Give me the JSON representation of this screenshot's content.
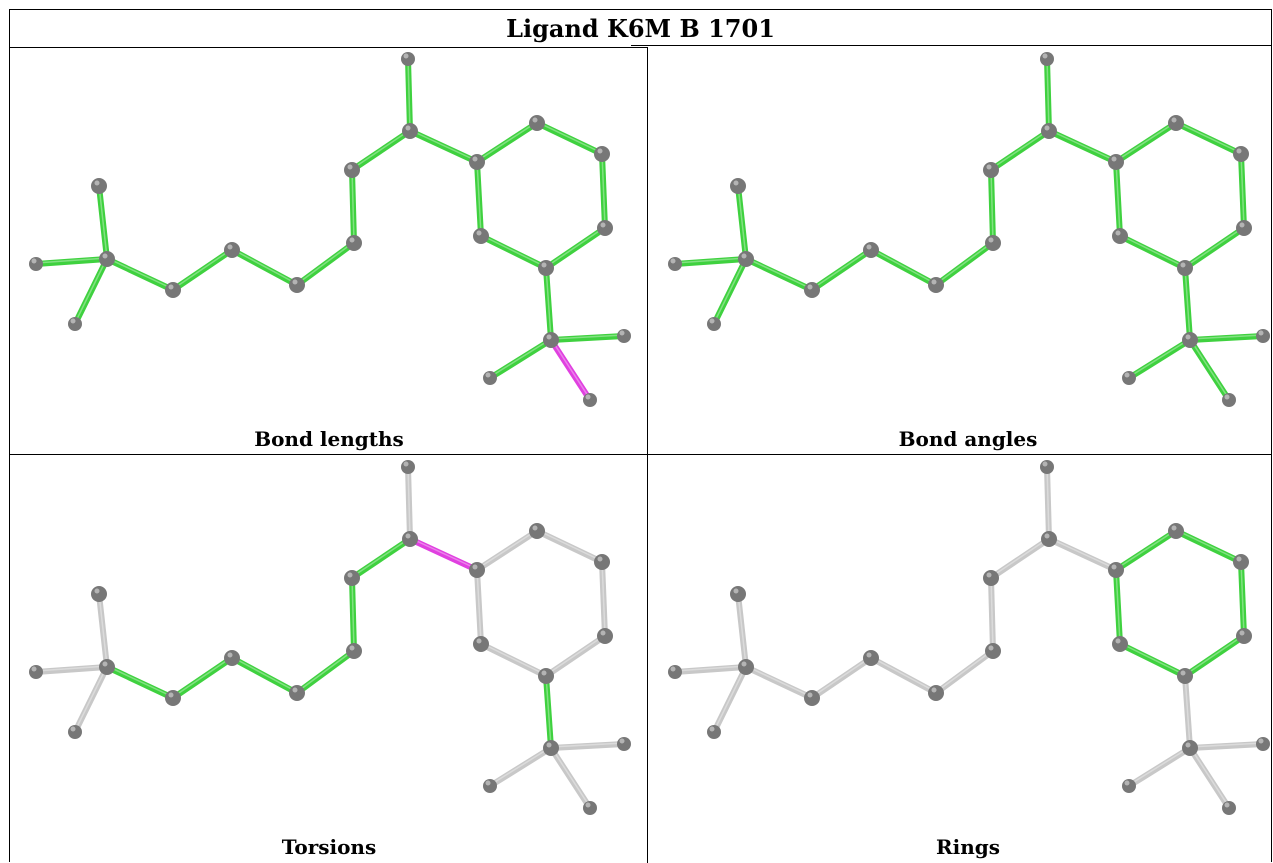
{
  "title": "Ligand K6M B 1701",
  "colors": {
    "ok_bond": "#3fd13f",
    "outlier_bond": "#e040e0",
    "unchecked_bond": "#c8c8c8",
    "atom": "#777777"
  },
  "panels": [
    {
      "caption": "Bond lengths",
      "outlier_bonds": [
        [
          15,
          17
        ]
      ],
      "unchecked_bonds": []
    },
    {
      "caption": "Bond angles",
      "outlier_bonds": [],
      "unchecked_bonds": []
    },
    {
      "caption": "Torsions",
      "outlier_bonds": [
        [
          8,
          10
        ]
      ],
      "unchecked_bonds": [
        [
          0,
          1
        ],
        [
          0,
          2
        ],
        [
          0,
          3
        ],
        [
          8,
          9
        ],
        [
          10,
          11
        ],
        [
          11,
          12
        ],
        [
          12,
          13
        ],
        [
          13,
          14
        ],
        [
          10,
          22
        ],
        [
          15,
          16
        ],
        [
          15,
          17
        ],
        [
          15,
          18
        ]
      ],
      "ok_bonds": [
        [
          0,
          4
        ],
        [
          4,
          5
        ],
        [
          5,
          6
        ],
        [
          6,
          7
        ],
        [
          7,
          20
        ],
        [
          20,
          21
        ],
        [
          21,
          8
        ],
        [
          14,
          15
        ]
      ]
    },
    {
      "caption": "Rings",
      "outlier_bonds": [],
      "ok_bonds": [
        [
          10,
          11
        ],
        [
          11,
          12
        ],
        [
          12,
          13
        ],
        [
          13,
          14
        ],
        [
          14,
          22
        ],
        [
          22,
          10
        ]
      ]
    }
  ]
}
